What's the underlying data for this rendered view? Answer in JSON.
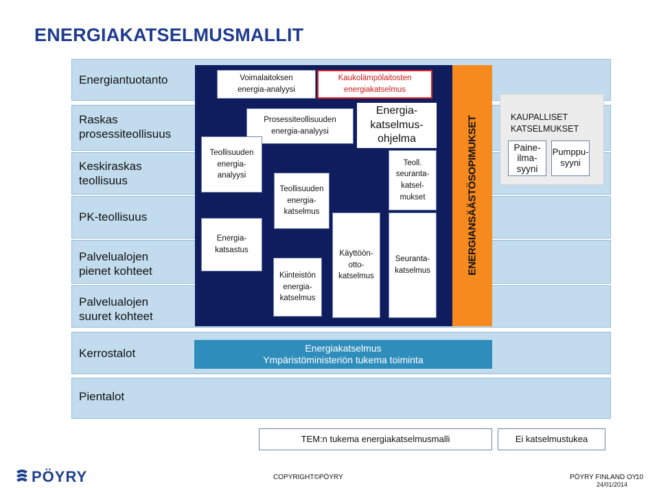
{
  "title": "ENERGIAKATSELMUSMALLIT",
  "rows": [
    {
      "label": "Energiantuotanto"
    },
    {
      "label": "Raskas\nprosessiteollisuus"
    },
    {
      "label": "Keskiraskas\nteollisuus"
    },
    {
      "label": "PK-teollisuus"
    },
    {
      "label": "Palvelualojen\npienet kohteet"
    },
    {
      "label": "Palvelualojen\nsuuret kohteet"
    },
    {
      "label": "Kerrostalot"
    },
    {
      "label": "Pientalot"
    }
  ],
  "boxes": {
    "voimalaitos": "Voimalaitoksen\nenergia-analyysi",
    "kaukolampo": "Kaukolämpölaitosten\nenergiakatselmus",
    "prosessi": "Prosessiteollisuuden\nenergia-analyysi",
    "ohjelma": "Energia-\nkatselmus-\nohjelma",
    "teoll_analyysi": "Teollisuuden\nenergia-\nanalyysi",
    "teoll_seuranta": "Teoll.\nseuranta-\nkatsel-\nmukset",
    "teoll_katselmus": "Teollisuuden\nenergia-\nkatselmus",
    "katsastus": "Energia-\nkatsastus",
    "kayttoonotto": "Käyttöön-\notto-\nkatselmus",
    "seuranta": "Seuranta-\nkatselmus",
    "kiinteisto": "Kiinteistön\nenergia-\nkatselmus",
    "sopimukset": "ENERGIANSÄÄSTÖSOPIMUKSET",
    "kaupalliset": "KAUPALLISET\nKATSELMUKSET",
    "paineilma": "Paine-\nilma-\nsyyni",
    "pumppu": "Pumppu-\nsyyni",
    "ymparisto": "Energiakatselmus\nYmpäristöministeriön tukema toiminta"
  },
  "legend": {
    "tem": "TEM:n tukema energiakatselmusmalli",
    "ei": "Ei katselmustukea"
  },
  "footer": {
    "logo": "PÖYRY",
    "copyright": "COPYRIGHT©PÖYRY",
    "company": "PÖYRY FINLAND OY",
    "date": "24/01/2014",
    "page": "10"
  },
  "colors": {
    "title": "#1f3b8f",
    "row_fill": "#c2dcee",
    "navy": "#0f1d5e",
    "orange": "#f68a1e",
    "teal_bar": "#2f8dbb",
    "red_border": "#e02020",
    "logo_blue": "#1d3f8c"
  }
}
